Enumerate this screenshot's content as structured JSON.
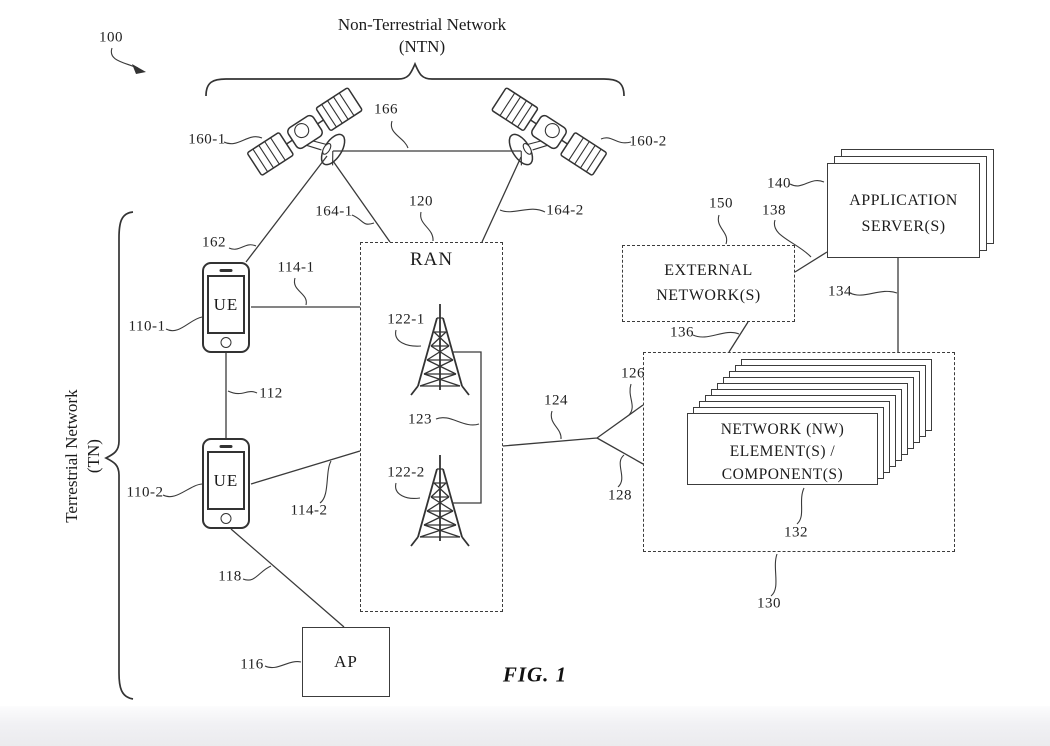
{
  "figure": {
    "caption": "FIG. 1",
    "ntn_title_line1": "Non-Terrestrial Network",
    "ntn_title_line2": "(NTN)",
    "tn_label_line1": "Terrestrial Network",
    "tn_label_line2": "(TN)"
  },
  "nodes": {
    "ran_label": "RAN",
    "ue1_label": "UE",
    "ue2_label": "UE",
    "ap_label": "AP",
    "external_network_line1": "EXTERNAL",
    "external_network_line2": "NETWORK(S)",
    "application_server_line1": "APPLICATION",
    "application_server_line2": "SERVER(S)",
    "nw_element_line1": "NETWORK (NW)",
    "nw_element_line2": "ELEMENT(S) /",
    "nw_element_line3": "COMPONENT(S)"
  },
  "refs": {
    "r100": "100",
    "r160_1": "160-1",
    "r160_2": "160-2",
    "r166": "166",
    "r162": "162",
    "r164_1": "164-1",
    "r164_2": "164-2",
    "r120": "120",
    "r110_1": "110-1",
    "r114_1": "114-1",
    "r112": "112",
    "r110_2": "110-2",
    "r114_2": "114-2",
    "r118": "118",
    "r116": "116",
    "r122_1": "122-1",
    "r122_2": "122-2",
    "r123": "123",
    "r124": "124",
    "r126": "126",
    "r128": "128",
    "r150": "150",
    "r138": "138",
    "r140": "140",
    "r134": "134",
    "r136": "136",
    "r132": "132",
    "r130": "130"
  },
  "colors": {
    "line": "#333333",
    "text": "#1c1c1c",
    "background": "#ffffff",
    "footer_band": "#ebebee"
  }
}
